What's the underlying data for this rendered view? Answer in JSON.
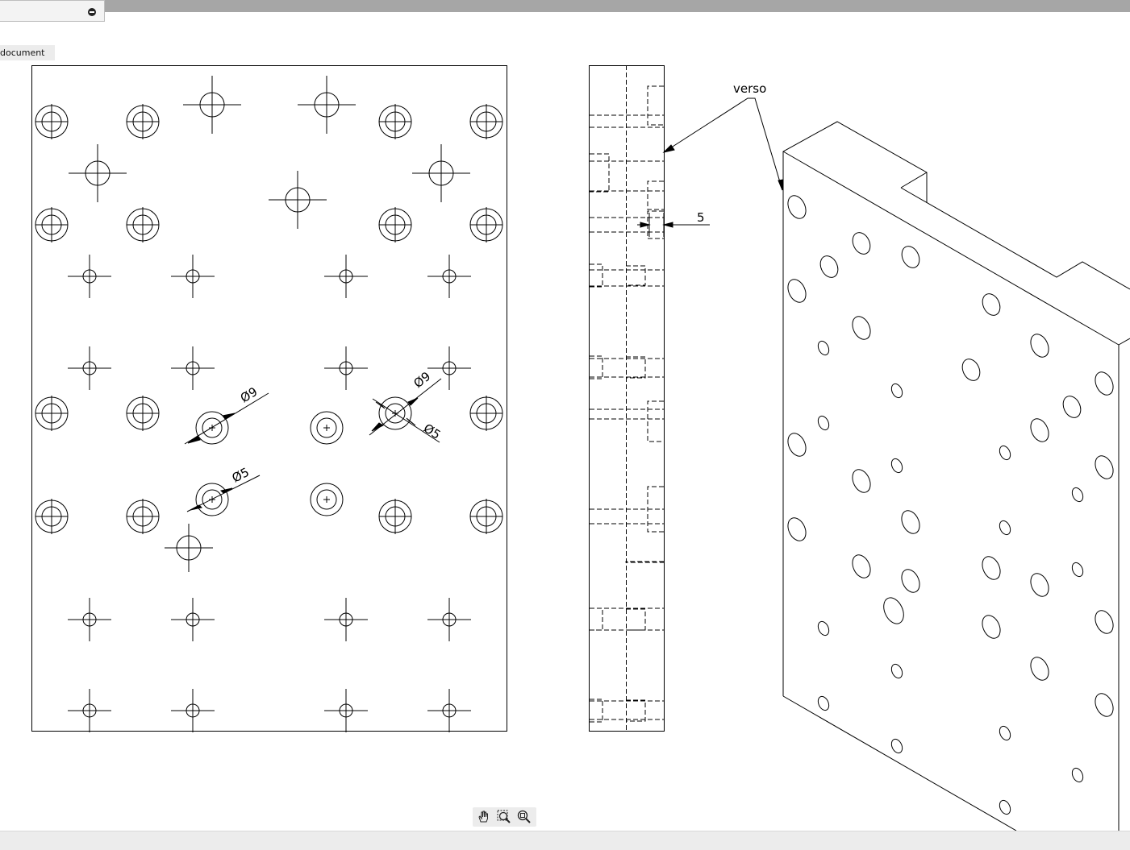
{
  "tab": {
    "close_icon": "minus-circle-icon"
  },
  "document": {
    "label": "document"
  },
  "drawing": {
    "annotations": {
      "d9_a": "Ø9",
      "d9_b": "Ø9",
      "d5_a": "Ø5",
      "d5_b": "Ø5",
      "dim_5": "5",
      "verso": "verso"
    }
  },
  "toolbar": {
    "icons": [
      "hand-pan-icon",
      "zoom-window-icon",
      "zoom-fit-icon"
    ]
  }
}
